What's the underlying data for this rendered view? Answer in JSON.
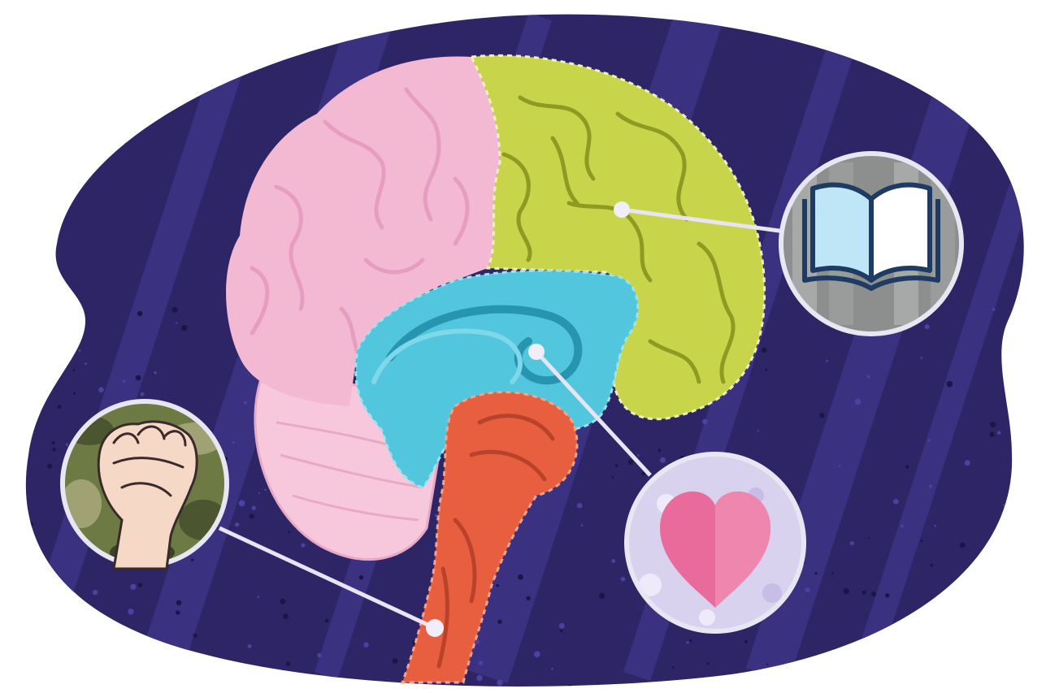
{
  "illustration": {
    "subject": "",
    "colors": {
      "page_background": "#ffffff",
      "blob_background": "#2e2566",
      "blob_stripe": "#3a3180",
      "blob_speckle": "#1c1646",
      "outline": "#231b4a",
      "cerebrum_pink": "#f3b9d2",
      "cerebrum_pink_fold": "#e79dbf",
      "frontal_green": "#c8d44a",
      "frontal_green_fold": "#8f9a22",
      "limbic_cyan": "#52c6dd",
      "limbic_cyan_fold": "#2794b0",
      "brainstem_orange": "#e85f3f",
      "brainstem_orange_fold": "#b8432a",
      "cerebellum_pink": "#f7c8dc",
      "connector_line": "#e8e4f2",
      "callout_ring": "#e9e6f3"
    },
    "callouts": [
      {
        "id": "frontal",
        "icon": "open-book-icon"
      },
      {
        "id": "limbic",
        "icon": "heart-icon"
      },
      {
        "id": "brainstem",
        "icon": "raised-fist-icon"
      }
    ]
  }
}
